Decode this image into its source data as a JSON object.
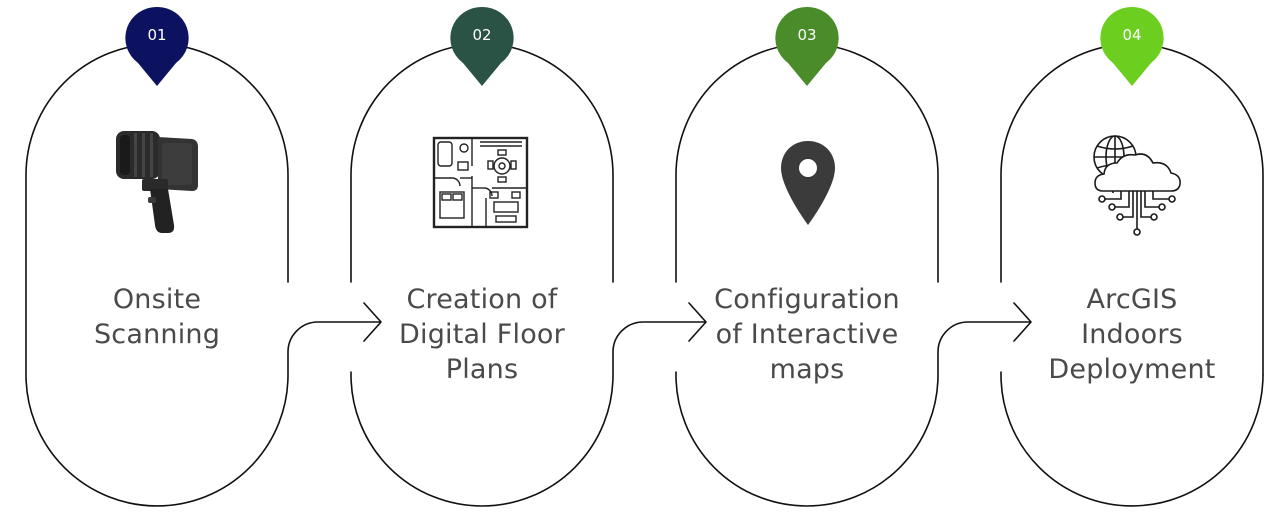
{
  "steps": [
    {
      "number": "01",
      "title": "Onsite\nScanning",
      "color": "#0d1260",
      "icon": "handheld-scanner-icon"
    },
    {
      "number": "02",
      "title": "Creation of\nDigital Floor\nPlans",
      "color": "#2a5245",
      "icon": "floor-plan-icon"
    },
    {
      "number": "03",
      "title": "Configuration\nof Interactive\nmaps",
      "color": "#4a8c2a",
      "icon": "map-pin-icon"
    },
    {
      "number": "04",
      "title": "ArcGIS\nIndoors\nDeployment",
      "color": "#6ccf1f",
      "icon": "cloud-network-icon"
    }
  ]
}
